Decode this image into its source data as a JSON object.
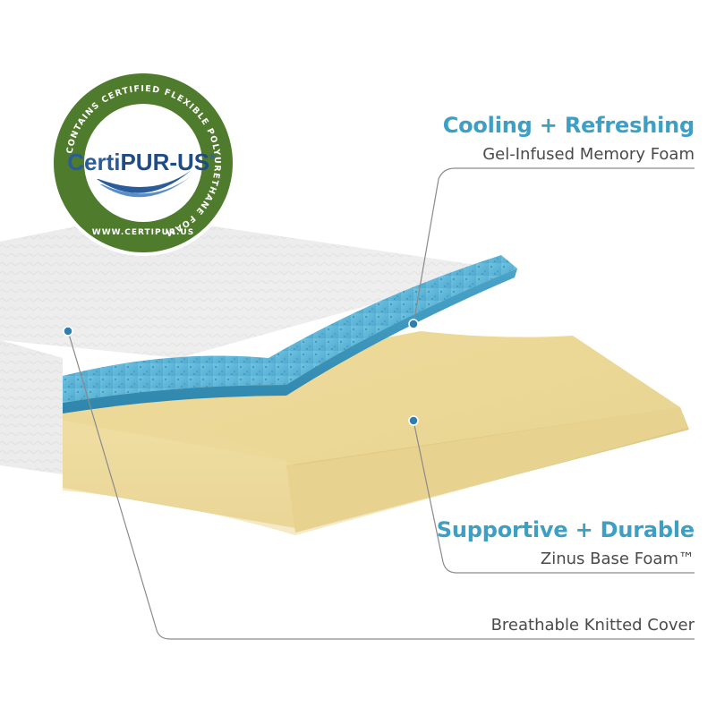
{
  "colors": {
    "accent": "#3e9fc4",
    "subtext": "#4a4a4a",
    "badge_green": "#4f7b2d",
    "gel_blue": "#5cb6d8",
    "base_yellow": "#efdc9e",
    "cover_white": "#efefef"
  },
  "badge": {
    "brand_prefix": "Certi",
    "brand_suffix": "PUR-US",
    "registered_mark": "®",
    "ring_text": "CONTAINS CERTIFIED FLEXIBLE POLYURETHANE FOAM",
    "url": "WWW.CERTIPUR.US"
  },
  "layers": {
    "gel": {
      "title": "Cooling + Refreshing",
      "subtitle": "Gel-Infused Memory Foam"
    },
    "base": {
      "title": "Supportive + Durable",
      "subtitle": "Zinus Base Foam™"
    },
    "cover": {
      "subtitle": "Breathable Knitted Cover"
    }
  }
}
